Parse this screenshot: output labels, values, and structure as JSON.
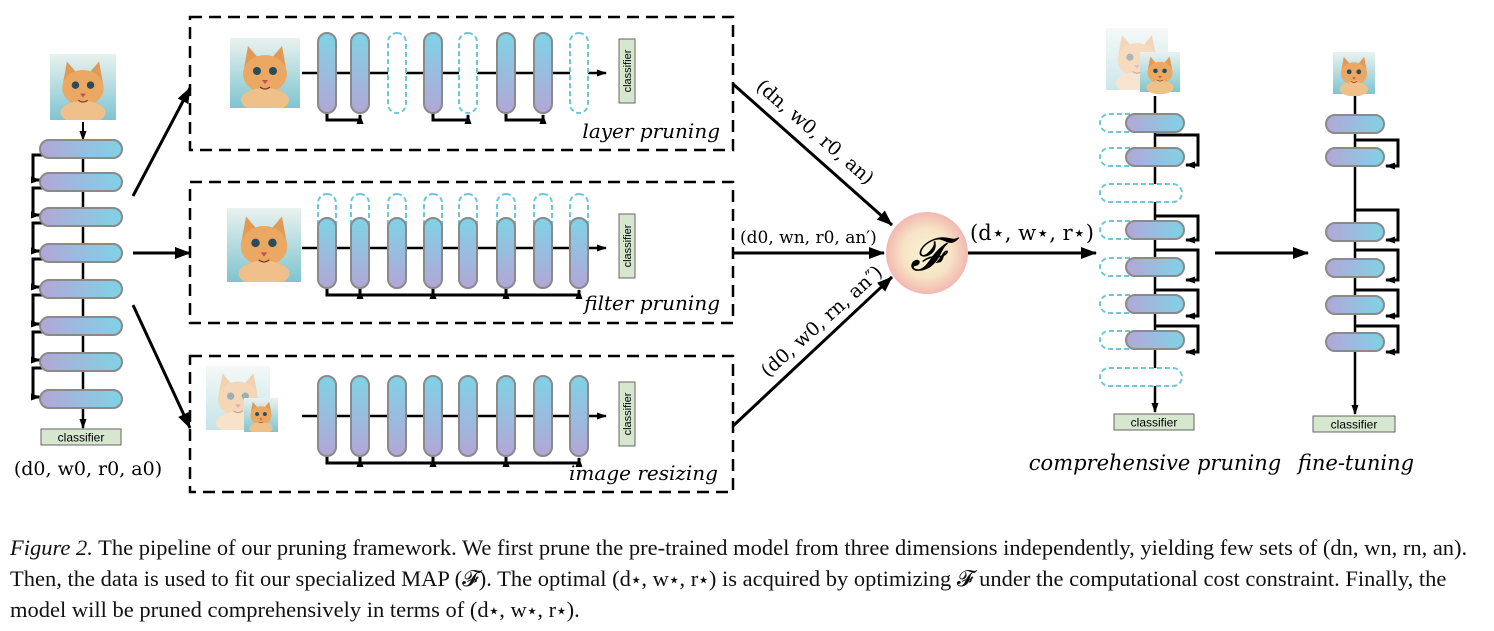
{
  "branches": {
    "layer": {
      "title": "layer pruning",
      "classifier": "classifier",
      "edge_label": "(dn, w0, r0, an)"
    },
    "filter": {
      "title": "filter pruning",
      "classifier": "classifier",
      "edge_label": "(d0, wn, r0, an′)"
    },
    "resize": {
      "title": "image resizing",
      "classifier": "classifier",
      "edge_label": "(d0, w0, rn, an″)"
    }
  },
  "base_model": {
    "classifier": "classifier",
    "tuple": "(d0, w0, r0, a0)"
  },
  "map_node": {
    "symbol": "𝓕",
    "output": "(d⋆, w⋆, r⋆)"
  },
  "comprehensive": {
    "title": "comprehensive pruning",
    "classifier": "classifier"
  },
  "finetune": {
    "title": "fine-tuning",
    "classifier": "classifier"
  },
  "caption": {
    "label": "Figure 2.",
    "text": " The pipeline of our pruning framework. We first prune the pre-trained model from three dimensions independently, yielding few sets of (dn, wn, rn, an). Then, the data is used to fit our specialized MAP (𝓕). The optimal (d⋆, w⋆, r⋆) is acquired by optimizing 𝓕 under the computational cost constraint. Finally, the model will be pruned comprehensively in terms of (d⋆, w⋆, r⋆)."
  },
  "colors": {
    "block_top": "#7fd3e6",
    "block_bottom": "#b3a6d6",
    "pruned": "#6ec6de",
    "classifier_fill": "#d6e6cf",
    "map_center": "#f7f4d0",
    "map_edge": "#f4b9b3"
  }
}
